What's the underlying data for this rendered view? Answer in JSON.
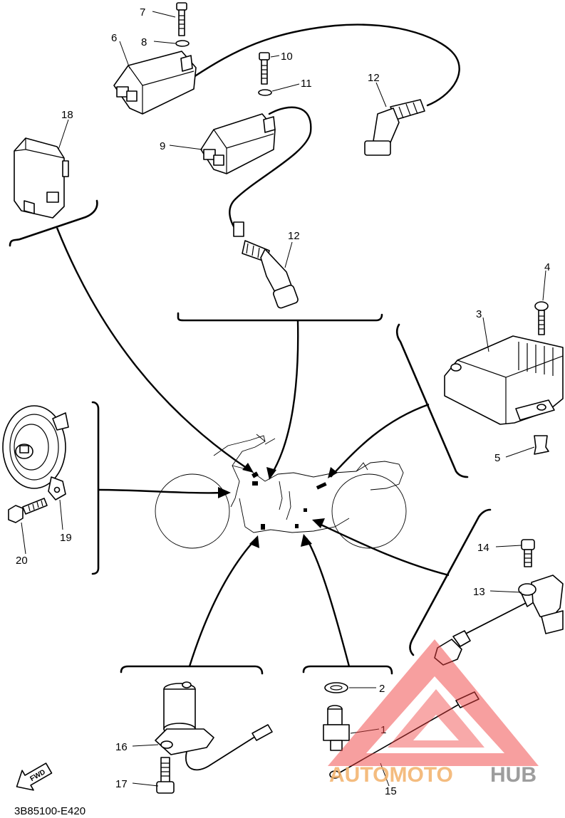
{
  "diagram": {
    "code": "3B85100-E420",
    "fwd_label": "FWD",
    "watermark": {
      "part_a": "AUTOMOTO",
      "part_b": "HUB",
      "triangle_color": "#f04040"
    },
    "callouts": [
      {
        "id": "c1",
        "text": "1"
      },
      {
        "id": "c2",
        "text": "2"
      },
      {
        "id": "c3",
        "text": "3"
      },
      {
        "id": "c4",
        "text": "4"
      },
      {
        "id": "c5",
        "text": "5"
      },
      {
        "id": "c6",
        "text": "6"
      },
      {
        "id": "c7",
        "text": "7"
      },
      {
        "id": "c8",
        "text": "8"
      },
      {
        "id": "c9",
        "text": "9"
      },
      {
        "id": "c10",
        "text": "10"
      },
      {
        "id": "c11",
        "text": "11"
      },
      {
        "id": "c12a",
        "text": "12"
      },
      {
        "id": "c12b",
        "text": "12"
      },
      {
        "id": "c13",
        "text": "13"
      },
      {
        "id": "c14",
        "text": "14"
      },
      {
        "id": "c15",
        "text": "15"
      },
      {
        "id": "c16",
        "text": "16"
      },
      {
        "id": "c17",
        "text": "17"
      },
      {
        "id": "c18",
        "text": "18"
      },
      {
        "id": "c19",
        "text": "19"
      },
      {
        "id": "c20",
        "text": "20"
      }
    ]
  }
}
